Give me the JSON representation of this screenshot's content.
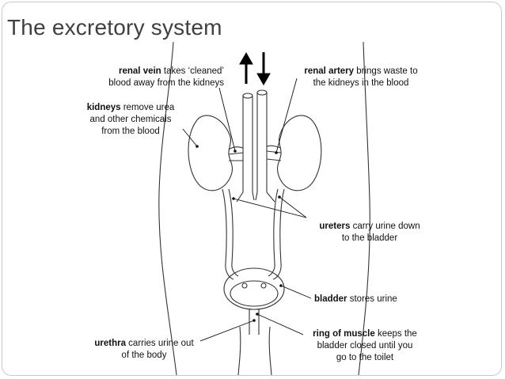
{
  "title": "The excretory system",
  "labels": {
    "renal_vein": {
      "bold": "renal vein",
      "line1_rest": " takes ‘cleaned’",
      "line2": "blood away from the kidneys"
    },
    "renal_artery": {
      "bold": "renal artery",
      "line1_rest": " brings waste to",
      "line2": "the kidneys in the blood"
    },
    "kidneys": {
      "bold": "kidneys",
      "line1_rest": " remove urea",
      "line2": "and other chemicals",
      "line3": "from the blood"
    },
    "ureters": {
      "bold": "ureters",
      "line1_rest": " carry urine down",
      "line2": "to the bladder"
    },
    "bladder": {
      "bold": "bladder",
      "line1_rest": " stores urine"
    },
    "urethra": {
      "bold": "urethra",
      "line1_rest": " carries urine out",
      "line2": "of the body"
    },
    "ring_of_muscle": {
      "bold": "ring of muscle",
      "line1_rest": " keeps the",
      "line2": "bladder closed until you",
      "line3": "go to the toilet"
    }
  }
}
